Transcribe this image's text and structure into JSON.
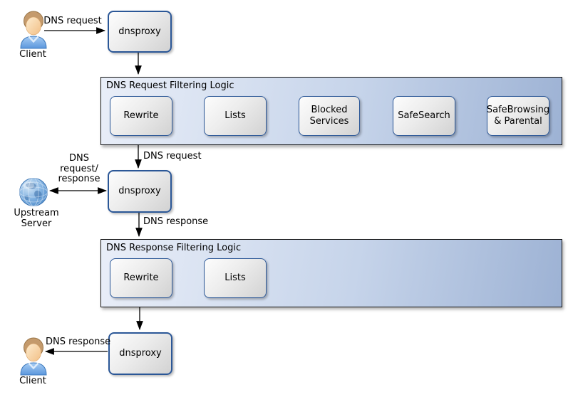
{
  "nodes": {
    "client_top": {
      "label": "Client"
    },
    "client_bottom": {
      "label": "Client"
    },
    "dnsproxy_top": {
      "label": "dnsproxy"
    },
    "dnsproxy_mid": {
      "label": "dnsproxy"
    },
    "dnsproxy_bottom": {
      "label": "dnsproxy"
    },
    "upstream_server": {
      "label": "Upstream\nServer"
    },
    "request_filtering": {
      "title": "DNS Request Filtering Logic",
      "steps": [
        {
          "label": "Rewrite"
        },
        {
          "label": "Lists"
        },
        {
          "label": "Blocked\nServices"
        },
        {
          "label": "SafeSearch"
        },
        {
          "label": "SafeBrowsing\n& Parental"
        }
      ]
    },
    "response_filtering": {
      "title": "DNS Response Filtering Logic",
      "steps": [
        {
          "label": "Rewrite"
        },
        {
          "label": "Lists"
        }
      ]
    }
  },
  "edges": {
    "client_to_proxy": {
      "label": "DNS request"
    },
    "filter_to_proxy": {
      "label": "DNS request"
    },
    "upstream_link": {
      "label": "DNS\nrequest/\nresponse"
    },
    "proxy_to_response_filter": {
      "label": "DNS response"
    },
    "proxy_to_client": {
      "label": "DNS response"
    }
  },
  "colors": {
    "box_border": "#2b5797",
    "box_fill_light": "#fdfdfd",
    "box_fill_dark": "#d2d2d2",
    "container_border": "#141414",
    "container_fill_light": "#e9eef8",
    "container_fill_dark": "#9db2d4",
    "arrow": "#000000",
    "background": "#ffffff"
  },
  "icons": {
    "client": "person-icon",
    "upstream": "globe-icon"
  }
}
